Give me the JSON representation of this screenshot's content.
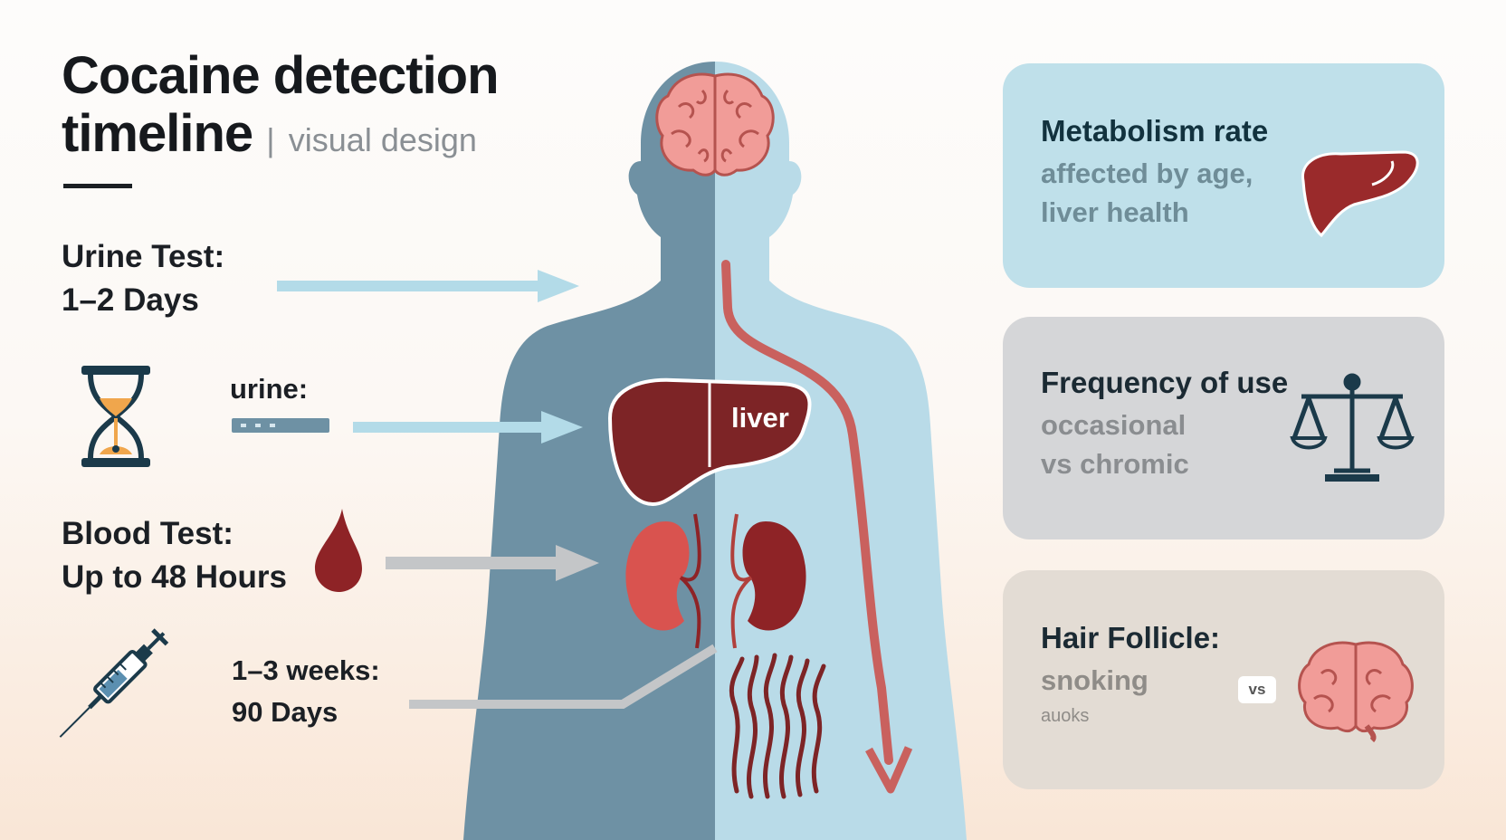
{
  "title": {
    "main_line1": "Cocaine detection",
    "main_line2": "timeline",
    "separator": "|",
    "subtitle": "visual design"
  },
  "left": {
    "urine_test": {
      "line1": "Urine Test:",
      "line2": "1–2 Days"
    },
    "urine_label": "urine:",
    "blood_test": {
      "line1": "Blood Test:",
      "line2": "Up to 48 Hours"
    },
    "hair_test": {
      "line1": "1–3 weeks:",
      "line2": "90 Days"
    },
    "icons": [
      "hourglass-icon",
      "progress-dots-icon",
      "blood-drop-icon",
      "syringe-icon"
    ]
  },
  "body": {
    "liver_label": "liver",
    "organs": [
      "brain",
      "liver",
      "kidneys",
      "hair-follicles",
      "bloodstream-arrow"
    ]
  },
  "cards": [
    {
      "heading": "Metabolism rate",
      "lines": [
        "affected by age,",
        "liver health"
      ],
      "icon": "liver-icon",
      "color": "#bfe0ea"
    },
    {
      "heading": "Frequency of use",
      "lines": [
        "occasional",
        "vs chromic"
      ],
      "icon": "scales-icon",
      "color": "#d5d6d8"
    },
    {
      "heading": "Hair Follicle:",
      "lines": [
        "snoking",
        "auoks"
      ],
      "badge": "vs",
      "icon": "brain-icon",
      "color": "#e3dcd4"
    }
  ],
  "colors": {
    "body_dark": "#6e91a4",
    "body_light": "#b9dbe8",
    "organ_red": "#7d2426",
    "arrow_blue": "#b3dbe8",
    "arrow_gray": "#c4c6c8",
    "brain_pink": "#f19c98"
  }
}
